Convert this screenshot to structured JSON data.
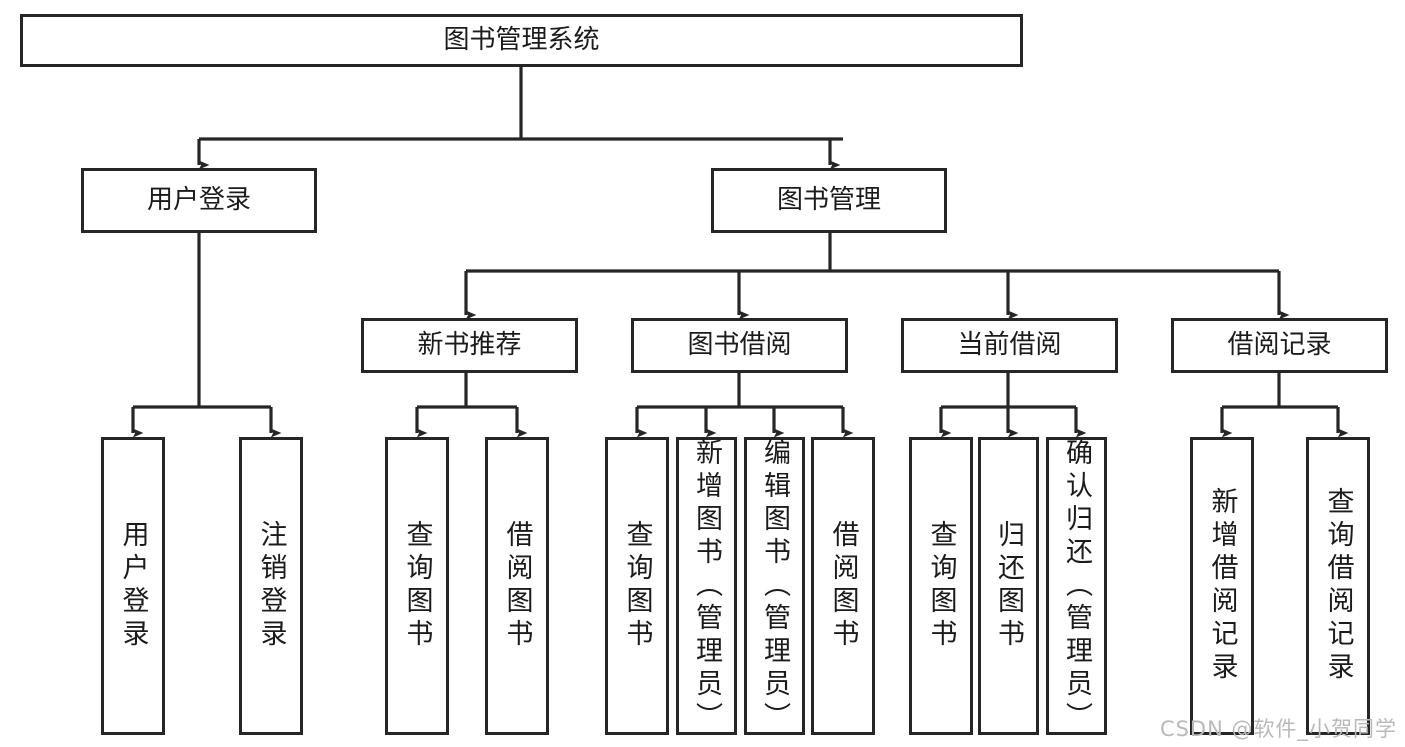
{
  "diagram": {
    "title": "图书管理系统",
    "type": "hierarchy-tree",
    "watermark": "CSDN @软件_小贺同学",
    "colors": {
      "stroke": "#262626",
      "fill": "#ffffff",
      "text": "#1b1b1b",
      "watermark": "#b9b9b9"
    },
    "levels": {
      "root": {
        "label": "图书管理系统"
      },
      "level2": [
        {
          "id": "user-login",
          "label": "用户登录"
        },
        {
          "id": "book-management",
          "label": "图书管理"
        }
      ],
      "level3": [
        {
          "id": "new-book-recommend",
          "label": "新书推荐",
          "parent": "book-management"
        },
        {
          "id": "book-borrow",
          "label": "图书借阅",
          "parent": "book-management"
        },
        {
          "id": "current-borrow",
          "label": "当前借阅",
          "parent": "book-management"
        },
        {
          "id": "borrow-record",
          "label": "借阅记录",
          "parent": "book-management"
        }
      ],
      "leaves": [
        {
          "id": "leaf-user-login",
          "label": "用户登录",
          "parent": "user-login"
        },
        {
          "id": "leaf-logout",
          "label": "注销登录",
          "parent": "user-login"
        },
        {
          "id": "leaf-query-book-1",
          "label": "查询图书",
          "parent": "new-book-recommend"
        },
        {
          "id": "leaf-borrow-book-1",
          "label": "借阅图书",
          "parent": "new-book-recommend"
        },
        {
          "id": "leaf-query-book-2",
          "label": "查询图书",
          "parent": "book-borrow"
        },
        {
          "id": "leaf-add-book",
          "label": "新增图书（管理员）",
          "parent": "book-borrow"
        },
        {
          "id": "leaf-edit-book",
          "label": "编辑图书（管理员）",
          "parent": "book-borrow"
        },
        {
          "id": "leaf-borrow-book-2",
          "label": "借阅图书",
          "parent": "book-borrow"
        },
        {
          "id": "leaf-query-book-3",
          "label": "查询图书",
          "parent": "current-borrow"
        },
        {
          "id": "leaf-return-book",
          "label": "归还图书",
          "parent": "current-borrow"
        },
        {
          "id": "leaf-confirm-return",
          "label": "确认归还（管理员）",
          "parent": "current-borrow"
        },
        {
          "id": "leaf-add-record",
          "label": "新增借阅记录",
          "parent": "borrow-record"
        },
        {
          "id": "leaf-query-record",
          "label": "查询借阅记录",
          "parent": "borrow-record"
        }
      ]
    }
  }
}
